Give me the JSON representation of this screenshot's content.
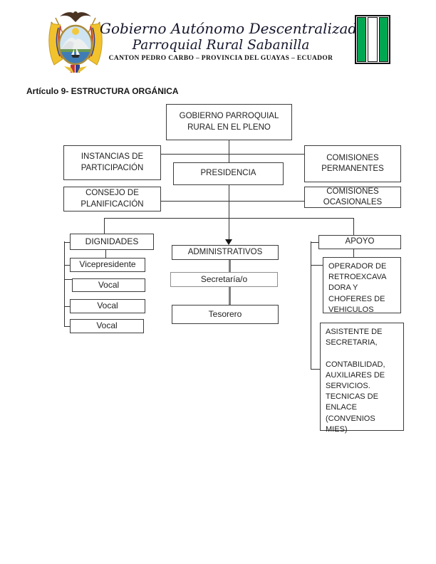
{
  "header": {
    "title_line1": "Gobierno Autónomo Descentralizado",
    "title_line2": "Parroquial Rural Sabanilla",
    "subtitle": "CANTON PEDRO CARBO – PROVINCIA DEL GUAYAS – ECUADOR",
    "crest_icon": "ecuador-coat-of-arms",
    "flag_icon": "green-white-green-flag",
    "flag_green": "#00a651"
  },
  "article_heading": "Artículo 9- ESTRUCTURA ORGÁNICA",
  "org_chart": {
    "type": "org-diagram",
    "nodes": {
      "gobierno_pleno": "GOBIERNO PARROQUIAL\nRURAL EN EL PLENO",
      "instancias": "INSTANCIAS DE\nPARTICIPACIÓN",
      "presidencia": "PRESIDENCIA",
      "comisiones_permanentes": "COMISIONES\nPERMANENTES",
      "consejo_planificacion": "CONSEJO DE\nPLANIFICACIÓN",
      "comisiones_ocasionales": "COMISIONES\nOCASIONALES",
      "dignidades": "DIGNIDADES",
      "vicepresidente": "Vicepresidente",
      "vocal_1": "Vocal",
      "vocal_2": "Vocal",
      "vocal_3": "Vocal",
      "administrativos": "ADMINISTRATIVOS",
      "secretaria": "Secretaría/o",
      "tesorero": "Tesorero",
      "apoyo": "APOYO",
      "operador": "OPERADOR DE\nRETROEXCAVA\nDORA Y\nCHOFERES DE\nVEHICULOS",
      "asistente": "ASISTENTE DE\nSECRETARIA,\n\nCONTABILIDAD,\nAUXILIARES DE\nSERVICIOS.\nTECNICAS DE\nENLACE\n(CONVENIOS\nMIES)"
    },
    "hierarchy": {
      "GOBIERNO PARROQUIAL RURAL EN EL PLENO": {
        "side_links": [
          "INSTANCIAS DE PARTICIPACIÓN",
          "COMISIONES PERMANENTES",
          "CONSEJO DE PLANIFICACIÓN",
          "COMISIONES OCASIONALES"
        ],
        "PRESIDENCIA": {
          "DIGNIDADES": [
            "Vicepresidente",
            "Vocal",
            "Vocal",
            "Vocal"
          ],
          "ADMINISTRATIVOS": [
            "Secretaría/o",
            "Tesorero"
          ],
          "APOYO": [
            "OPERADOR DE RETROEXCAVADORA Y CHOFERES DE VEHICULOS",
            "ASISTENTE DE SECRETARIA, CONTABILIDAD, AUXILIARES DE SERVICIOS. TECNICAS DE ENLACE (CONVENIOS MIES)"
          ]
        }
      }
    }
  }
}
